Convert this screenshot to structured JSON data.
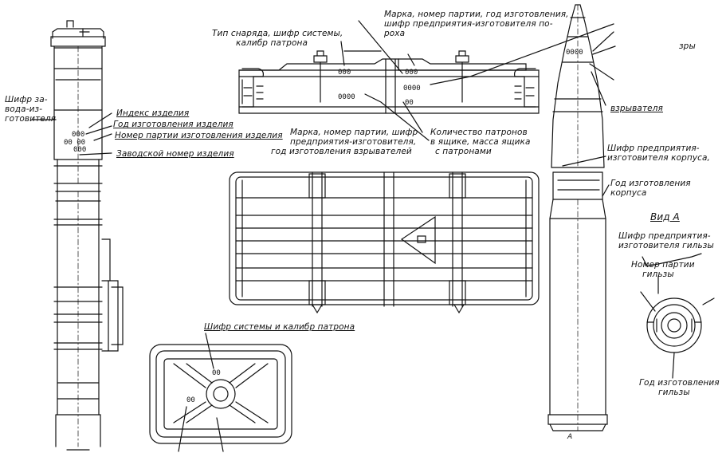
{
  "labels": {
    "factory_code": [
      "Шифр за-",
      "вода-из-",
      "готовителя"
    ],
    "product_index": "Индекс изделия",
    "product_year": "Год изготовления изделия",
    "product_lot": "Номер партии изготовления изделия",
    "product_serial": "Заводской номер изделия",
    "projectile_type": [
      "Тип снаряда, шифр системы,",
      "калибр патрона"
    ],
    "lot_brand": [
      "Марка, номер партии, год изготовления,",
      "шифр предприятия-изготовителя по-",
      "роха"
    ],
    "fuze_brand": [
      "Марка, номер партии, шифр",
      "предприятия-изготовителя,",
      "год изготовления взрывателей"
    ],
    "box_count": [
      "Количество патронов",
      "в ящике, масса ящика",
      "с патронами"
    ],
    "system_code": "Шифр системы и калибр патрона",
    "fuze_partial": "зры",
    "fuze_word": "взрывателя",
    "body_maker": [
      "Шифр предприятия-",
      "изготовителя корпуса,"
    ],
    "body_year": [
      "Год изготовления",
      "корпуса"
    ],
    "view_a": "Вид А",
    "case_maker": [
      "Шифр предприятия-",
      "изготовителя гильзы"
    ],
    "case_lot": [
      "Номер партии",
      "гильзы"
    ],
    "case_year": [
      "Год изготовления",
      "гильзы"
    ],
    "arrow_a": "А"
  },
  "marks": {
    "triple": "000",
    "quad": "0000",
    "double": "00",
    "pair_spaced": "00 00"
  }
}
